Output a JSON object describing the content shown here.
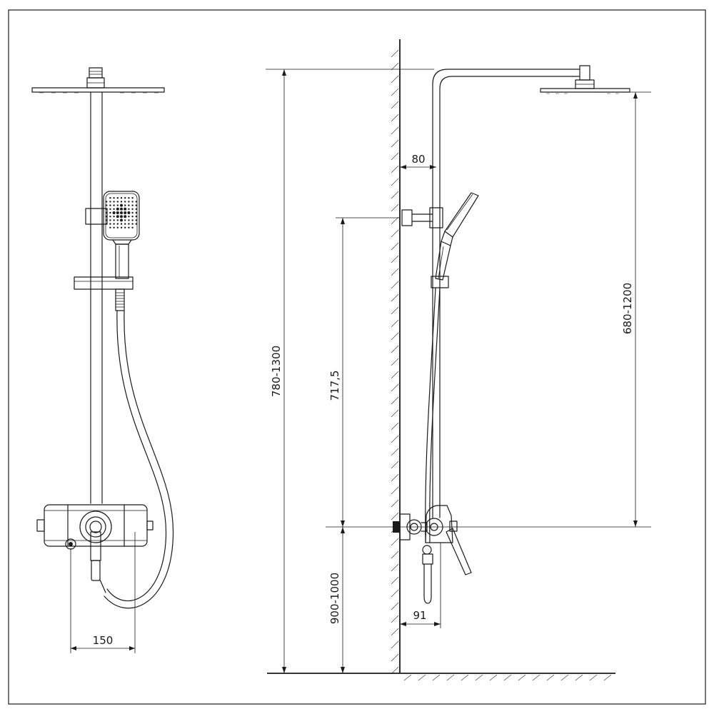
{
  "dimensions": {
    "front_width": "150",
    "total_height": "780-1300",
    "slider_height": "717,5",
    "overhead_height": "680-1200",
    "mixer_height": "900-1000",
    "wall_offset": "80",
    "mixer_depth": "91"
  }
}
